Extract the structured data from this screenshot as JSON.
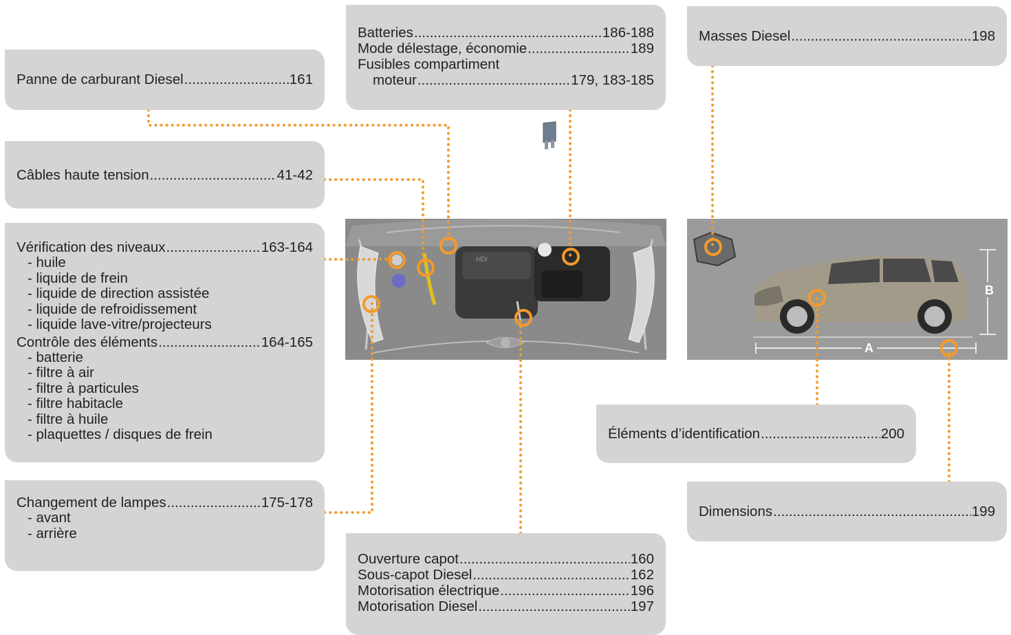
{
  "boxes": {
    "panne": {
      "label": "Panne de carburant Diesel",
      "page": "161"
    },
    "cables": {
      "label": "Câbles haute tension",
      "page": "41-42"
    },
    "verif": {
      "label": "Vérification des niveaux",
      "page": "163-164",
      "items": [
        "- huile",
        "- liquide de frein",
        "- liquide de direction assistée",
        "- liquide de refroidissement",
        "- liquide lave-vitre/projecteurs"
      ]
    },
    "controle": {
      "label": "Contrôle des éléments",
      "page": "164-165",
      "items": [
        "- batterie",
        "- filtre à air",
        "- filtre à particules",
        "- filtre habitacle",
        "- filtre à huile",
        "- plaquettes / disques de frein"
      ]
    },
    "lampes": {
      "label": "Changement de lampes ",
      "page": "175-178",
      "items": [
        "- avant",
        "- arrière"
      ]
    },
    "batteries": {
      "label": "Batteries ",
      "page": "186-188"
    },
    "delestage": {
      "label": "Mode délestage, économie ",
      "page": "189"
    },
    "fusibles": {
      "label": "Fusibles compartiment",
      "label2": "moteur",
      "page": "179, 183-185"
    },
    "masses": {
      "label": "Masses Diesel ",
      "page": "198"
    },
    "identification": {
      "label": "Éléments d’identification",
      "page": "200"
    },
    "dimensions": {
      "label": "Dimensions",
      "page": "199"
    },
    "capot": [
      {
        "label": "Ouverture capot",
        "page": "160"
      },
      {
        "label": "Sous-capot Diesel ",
        "page": "162"
      },
      {
        "label": "Motorisation électrique ",
        "page": "196"
      },
      {
        "label": "Motorisation Diesel",
        "page": "197"
      }
    ]
  },
  "car_labels": {
    "dim_a": "A",
    "dim_b": "B"
  },
  "colors": {
    "box_bg": "#d4d4d4",
    "callout": "#f39a2c",
    "photo_bg": "#8a8a8a",
    "car_bg": "#9a9a9a"
  }
}
